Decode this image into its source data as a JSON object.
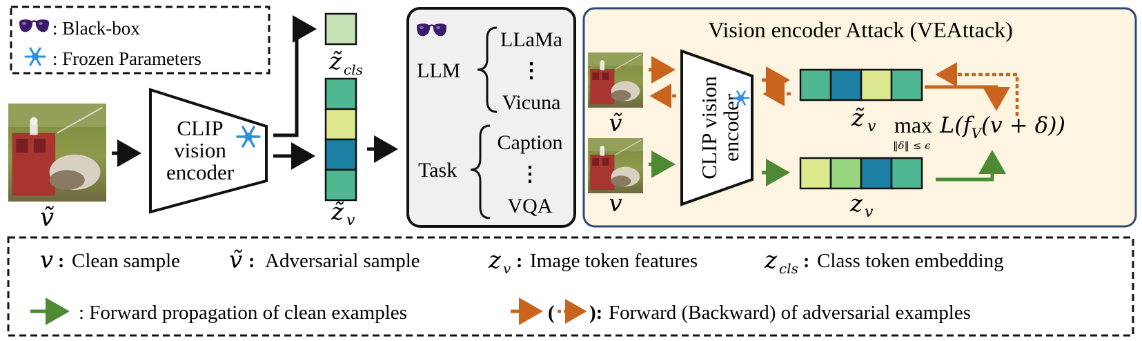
{
  "top_legend": {
    "black_box_label": ": Black-box",
    "frozen_label": ": Frozen Parameters",
    "icons": [
      "sunglasses-icon",
      "snowflake-icon"
    ]
  },
  "left_pipeline": {
    "input_label": "ṽ",
    "encoder_lines": [
      "CLIP",
      "vision",
      "encoder"
    ],
    "cls_token_label": "z̃",
    "cls_token_subscript": "cls",
    "feature_label": "z̃",
    "feature_subscript": "v"
  },
  "llm_panel": {
    "llm_label": "LLM",
    "llm_options": [
      "LLaMa",
      "⋮",
      "Vicuna"
    ],
    "task_label": "Task",
    "task_options": [
      "Caption",
      "⋮",
      "VQA"
    ]
  },
  "attack_panel": {
    "title": "Vision encoder Attack (VEAttack)",
    "encoder_lines": [
      "CLIP vision",
      "encoder"
    ],
    "adv_input_label": "ṽ",
    "clean_input_label": "v",
    "adv_feature_label": "z̃",
    "adv_feature_subscript": "v",
    "clean_feature_label": "z",
    "clean_feature_subscript": "v",
    "objective_max": "max",
    "objective_constraint": "‖δ‖ ≤ ϵ",
    "objective_expr": "L(f",
    "objective_expr_sub": "V",
    "objective_expr_tail": "(v + δ))"
  },
  "bottom_legend": {
    "row1": [
      {
        "symbol": "v",
        "colon": ":",
        "text": "Clean sample"
      },
      {
        "symbol": "ṽ",
        "colon": ":",
        "text": "Adversarial sample"
      },
      {
        "symbol": "z",
        "subscript": "v",
        "colon": ":",
        "text": "Image token features"
      },
      {
        "symbol": "z",
        "subscript": "cls",
        "colon": ":",
        "text": "Class token embedding"
      }
    ],
    "row2_clean": ": Forward propagation of clean examples",
    "row2_adv_paren_open": "(",
    "row2_adv_paren_close": "):",
    "row2_adv": "Forward (Backward) of adversarial examples"
  },
  "colors": {
    "orange": "#c8641e",
    "green": "#4e8a34",
    "token_teal": "#4fb893",
    "token_yellow": "#dde98e",
    "token_blue": "#1c7fa4",
    "token_green": "#96d680",
    "token_light": "#c6e4b6",
    "attack_bg": "#fdf5e2",
    "attack_border": "#2c4a72",
    "llm_bg": "#f0f0f0"
  }
}
